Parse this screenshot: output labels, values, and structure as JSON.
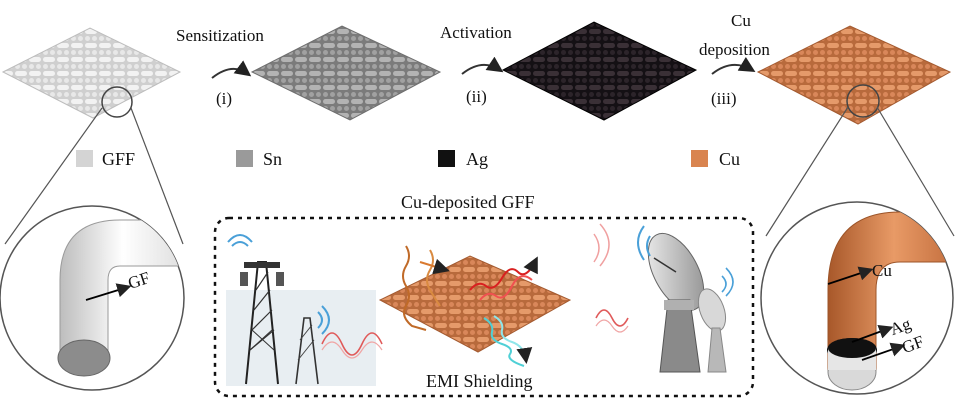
{
  "steps": [
    {
      "name": "Sensitization",
      "numeral": "(i)"
    },
    {
      "name": "Activation",
      "numeral": "(ii)"
    },
    {
      "name_line1": "Cu",
      "name_line2": "deposition",
      "numeral": "(iii)"
    }
  ],
  "legend": [
    {
      "label": "GFF",
      "color": "#d4d4d4"
    },
    {
      "label": "Sn",
      "color": "#9a9a9a"
    },
    {
      "label": "Ag",
      "color": "#111111"
    },
    {
      "label": "Cu",
      "color": "#d9844f"
    }
  ],
  "fabric_colors": {
    "gff": "#e4e4e4",
    "sn": "#9c9c9c",
    "ag": "#2a2228",
    "cu": "#d98a58"
  },
  "zoom_left": {
    "label": "GF",
    "fiber_color": "#eeeeee"
  },
  "zoom_right": {
    "labels": [
      "Cu",
      "Ag",
      "GF"
    ],
    "fiber_color": "#d27f4c"
  },
  "center_box": {
    "title": "Cu-deposited GFF",
    "caption": "EMI Shielding"
  },
  "icons": [
    "cell-tower-icon",
    "satellite-dish-icon",
    "wave-icon",
    "curved-arrow-icon"
  ]
}
